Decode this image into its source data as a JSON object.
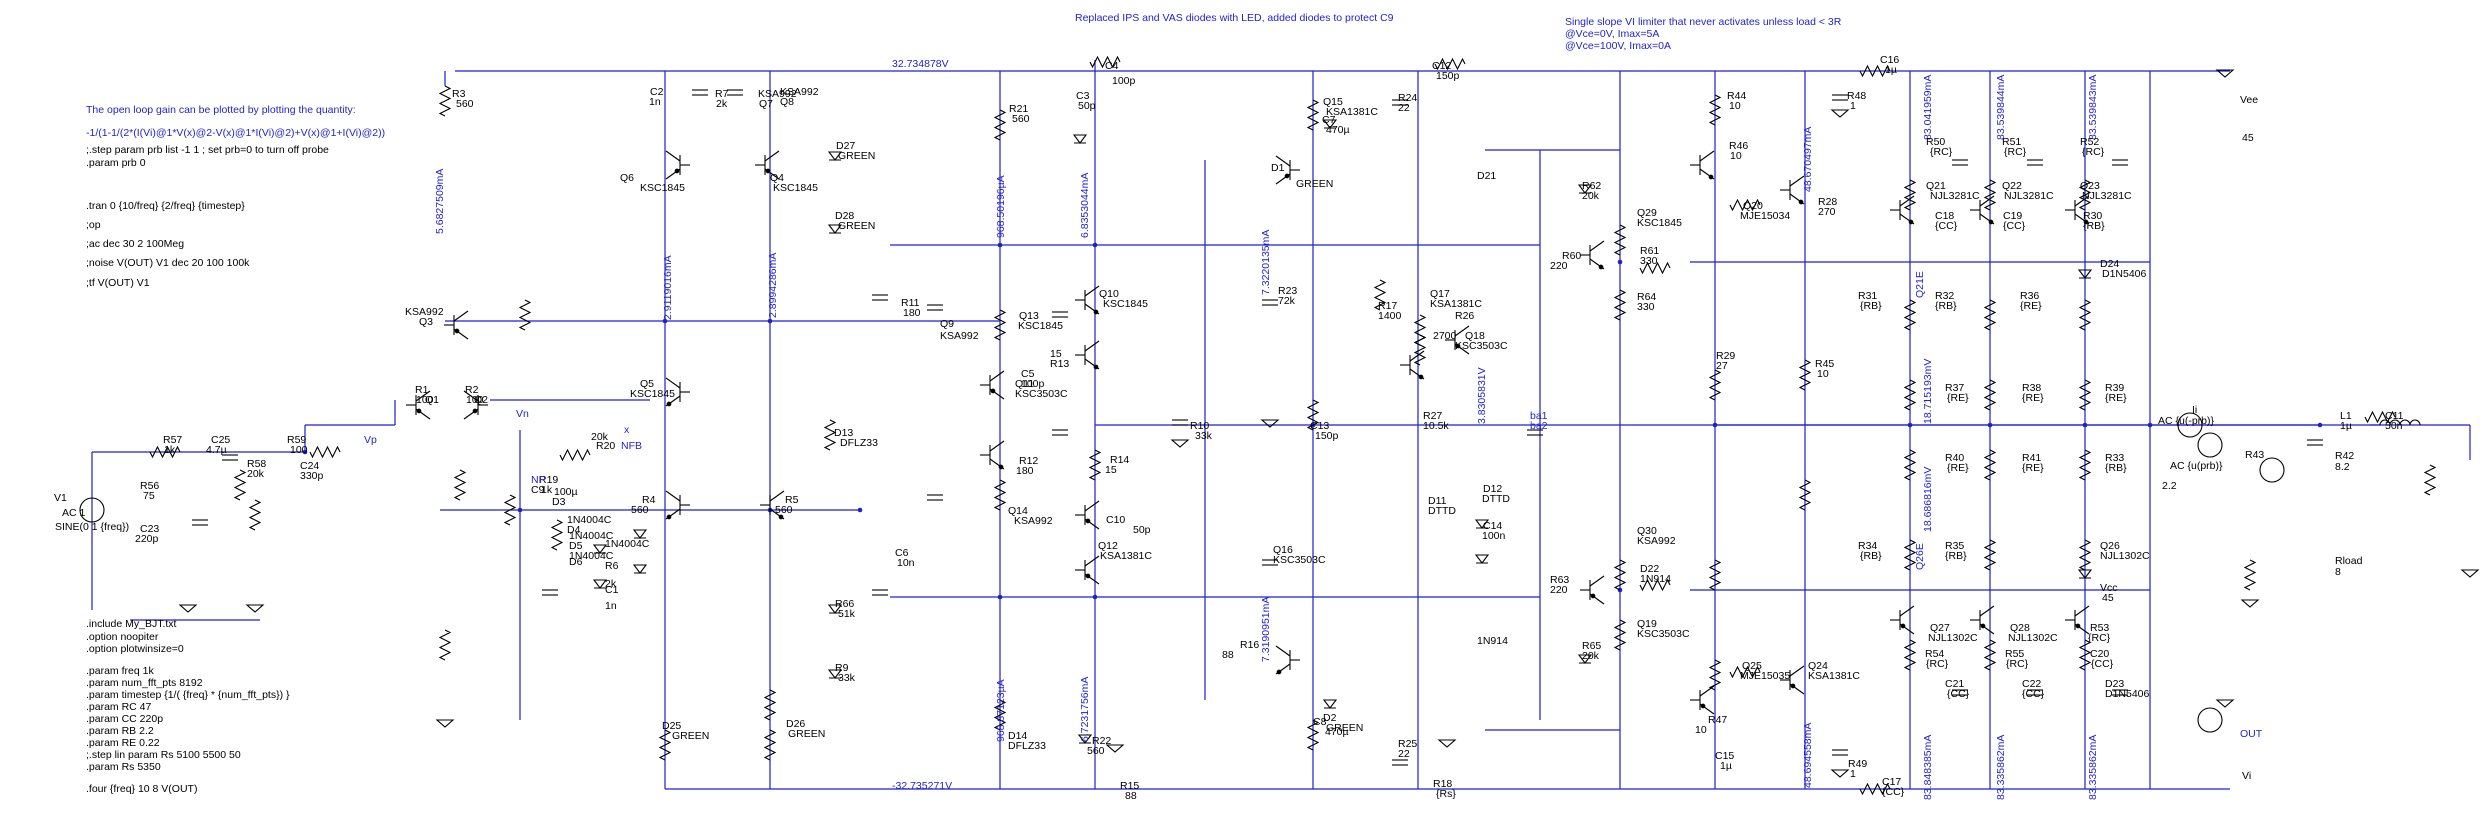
{
  "headers": {
    "ips_note": "Replaced IPS and VAS diodes with LED, added diodes to protect C9",
    "limiter_lines": [
      "Single slope VI limiter that never activates unless load < 3R",
      "@Vce=0V, Imax=5A",
      "@Vce=100V, Imax=0A"
    ]
  },
  "directives_top": [
    {
      "text": "The open loop gain can be plotted by plotting the quantity:",
      "blue": true
    },
    {
      "text": "-1/(1-1/(2*(I(Vi)@1*V(x)@2-V(x)@1*I(Vi)@2)+V(x)@1+I(Vi)@2))",
      "blue": true
    },
    {
      "text": ";.step param prb list -1 1 ; set prb=0 to turn off probe",
      "blue": false
    },
    {
      "text": ".param prb 0",
      "blue": false
    },
    {
      "text": "",
      "blue": false
    },
    {
      "text": ".tran 0 {10/freq} {2/freq} {timestep}",
      "blue": false
    },
    {
      "text": ";op",
      "blue": false
    },
    {
      "text": ";ac dec 30 2 100Meg",
      "blue": false
    },
    {
      "text": ";noise V(OUT) V1 dec 20 100 100k",
      "blue": false
    },
    {
      "text": ";tf V(OUT) V1",
      "blue": false
    }
  ],
  "directives_bottom": [
    ".include My_BJT.txt",
    ".option noopiter",
    ".option plotwinsize=0",
    "",
    ".param freq 1k",
    ".param num_fft_pts 8192",
    ".param timestep {1/( {freq} * {num_fft_pts}) }",
    ".param RC 47",
    ".param CC 220p",
    ".param RB 2.2",
    ".param RE 0.22",
    ";.step lin param Rs 5100 5500 50",
    ".param Rs 5350",
    "",
    ".four {freq} 10 8 V(OUT)"
  ],
  "rail_labels": {
    "top": "32.734878V",
    "bottom": "-32.735271V"
  },
  "current_labels": [
    "5.6827509mA",
    "2.9119016mA",
    "2.8994286mA",
    "968.50196µA",
    "6.8353044mA",
    "7.3220135mA",
    "48.670497mA",
    "83.041959mA",
    "83.539844mA",
    "83.539843mA",
    "968.87123µA",
    "6.7231756mA",
    "7.3190951mA",
    "48.694558mA",
    "83.848385mA",
    "83.335862mA",
    "83.335862mA",
    "3.8305831V",
    "18.715193mV",
    "18.686816mV",
    "Q21E",
    "Q26E"
  ],
  "components": [
    "V1",
    "AC 1",
    "SINE(0 1 {freq})",
    "R57",
    "1k",
    "C25",
    "4.7µ",
    "R59",
    "100",
    "Vp",
    "R56",
    "75",
    "C23",
    "220p",
    "R58",
    "20k",
    "C24",
    "330p",
    "R3",
    "560",
    "KSA992",
    "Q3",
    "R1",
    "100",
    "R2",
    "100",
    "Q1",
    "Q2",
    "Vn",
    "R20",
    "20k",
    "NFB",
    "x",
    "R19",
    "1k",
    "NP",
    "C9",
    "100µ",
    "D3",
    "1N4004C",
    "D4",
    "1N4004C",
    "D5",
    "1N4004C",
    "D6",
    "1N4004C",
    "R6",
    "2k",
    "C1",
    "1n",
    "C2",
    "1n",
    "R7",
    "2k",
    "KSA992",
    "Q7",
    "KSA992",
    "Q8",
    "Q6",
    "KSC1845",
    "Q4",
    "KSC1845",
    "Q5",
    "KSC1845",
    "R4",
    "560",
    "R5",
    "560",
    "D25",
    "GREEN",
    "D26",
    "GREEN",
    "D27",
    "GREEN",
    "D28",
    "GREEN",
    "R66",
    "51k",
    "R9",
    "33k",
    "D13",
    "DFLZ33",
    "R21",
    "560",
    "C3",
    "50p",
    "C4",
    "100p",
    "R11",
    "180",
    "Q9",
    "KSA992",
    "Q13",
    "KSC1845",
    "Q11",
    "KSC3503C",
    "R13",
    "15",
    "Q10",
    "KSC1845",
    "C5",
    "100p",
    "R12",
    "180",
    "Q14",
    "KSA992",
    "R14",
    "15",
    "Q12",
    "KSA1381C",
    "C10",
    "50p",
    "C6",
    "10n",
    "R10",
    "33k",
    "D14",
    "DFLZ33",
    "R22",
    "560",
    "R15",
    "88",
    "Q15",
    "KSA1381C",
    "D1",
    "GREEN",
    "C7",
    "470µ",
    "R24",
    "22",
    "C12",
    "150p",
    "R23",
    "72k",
    "C13",
    "150p",
    "Q16",
    "KSC3503C",
    "R16",
    "88",
    "D2",
    "GREEN",
    "C8",
    "470µ",
    "R25",
    "22",
    "R18",
    "{Rs}",
    "R17",
    "1400",
    "Q17",
    "KSA1381C",
    "Q18",
    "KSC3503C",
    "R26",
    "2700",
    "R27",
    "10.5k",
    "D11",
    "DTTD",
    "D12",
    "DTTD",
    "C14",
    "100n",
    "ba1",
    "ba2",
    "D21",
    "1N914",
    "R62",
    "20k",
    "Q29",
    "KSC1845",
    "R60",
    "220",
    "R61",
    "330",
    "R64",
    "330",
    "Q30",
    "KSA992",
    "R63",
    "220",
    "D22",
    "1N914",
    "R65",
    "20k",
    "Q19",
    "KSC3503C",
    "R46",
    "10",
    "R44",
    "10",
    "Q20",
    "MJE15034",
    "R28",
    "270",
    "R29",
    "27",
    "R45",
    "10",
    "Q25",
    "MJE15035",
    "Q24",
    "KSA1381C",
    "R47",
    "10",
    "C15",
    "1µ",
    "R48",
    "1",
    "C16",
    "1µ",
    "R49",
    "1",
    "C17",
    "{CC}",
    "R50",
    "{RC}",
    "Q21",
    "NJL3281C",
    "C18",
    "{CC}",
    "R51",
    "{RC}",
    "Q22",
    "NJL3281C",
    "C19",
    "{CC}",
    "R52",
    "{RC}",
    "Q23",
    "NJL3281C",
    "R30",
    "{RB}",
    "R31",
    "{RB}",
    "R32",
    "{RB}",
    "R36",
    "{RE}",
    "R37",
    "{RE}",
    "R38",
    "{RE}",
    "R39",
    "{RE}",
    "R40",
    "{RE}",
    "R41",
    "{RE}",
    "R33",
    "{RB}",
    "R34",
    "{RB}",
    "R35",
    "{RB}",
    "Q26",
    "NJL1302C",
    "Q27",
    "NJL1302C",
    "Q28",
    "NJL1302C",
    "R53",
    "{RC}",
    "R54",
    "{RC}",
    "R55",
    "{RC}",
    "C20",
    "{CC}",
    "C21",
    "{CC}",
    "C22",
    "{CC}",
    "D23",
    "D1N5406",
    "D24",
    "D1N5406",
    "Vcc",
    "45",
    "Vee",
    "45",
    "OUT",
    "Vi",
    "AC {u(-prb)}",
    "Ii",
    "AC {u(prb)}",
    "R43",
    "2.2",
    "L1",
    "1µ",
    "C11",
    "50n",
    "R42",
    "8.2",
    "Rload",
    "8"
  ]
}
